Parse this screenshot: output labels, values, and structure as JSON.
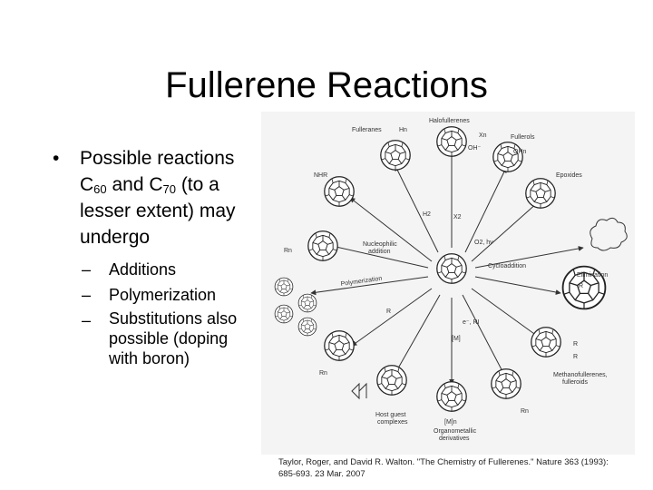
{
  "slide": {
    "title": "Fullerene Reactions",
    "bullet_symbol": "•",
    "dash_symbol": "–",
    "main_bullet": {
      "text_a": "Possible reactions C",
      "sub_a": "60",
      "text_b": " and C",
      "sub_b": "70",
      "text_c": " (to a lesser extent) may undergo"
    },
    "sub_bullets": [
      "Additions",
      "Polymerization",
      "Substitutions also possible (doping with boron)"
    ]
  },
  "diagram": {
    "labels": {
      "halofullerenes": "Halofullerenes",
      "xn": "Xn",
      "fulleranes": "Fulleranes",
      "hn": "Hn",
      "fullerols": "Fullerols",
      "oh_minus": "OH⁻",
      "oh_n": "OHn",
      "epoxides": "Epoxides",
      "nhr": "NHR",
      "h2": "H2",
      "x2": "X2",
      "o2hv": "O2, hν",
      "nucleophilic": "Nucleophilic",
      "addition": "addition",
      "cycloaddition": "Cycloaddition",
      "rn_left": "Rn",
      "elimination": "Elimination",
      "r_right": "R",
      "polymerization": "Polymerization",
      "r_center": "R",
      "e_rx": "e⁻, RI",
      "m_center": "[M]",
      "r_right_a": "R",
      "r_right_b": "R",
      "rn_bottom": "Rn",
      "methano": "Methanofullerenes,",
      "fulleroids": "fulleroids",
      "host_guest": "Host guest",
      "complexes": "complexes",
      "mn": "[M]n",
      "organometallic": "Organometallic",
      "derivatives": "derivatives",
      "rn_br": "Rn"
    }
  },
  "caption": {
    "line1": "Taylor, Roger, and David R. Walton. \"The Chemistry of Fullerenes.\" Nature 363 (1993):",
    "line2": "685-693. 23 Mar. 2007"
  }
}
